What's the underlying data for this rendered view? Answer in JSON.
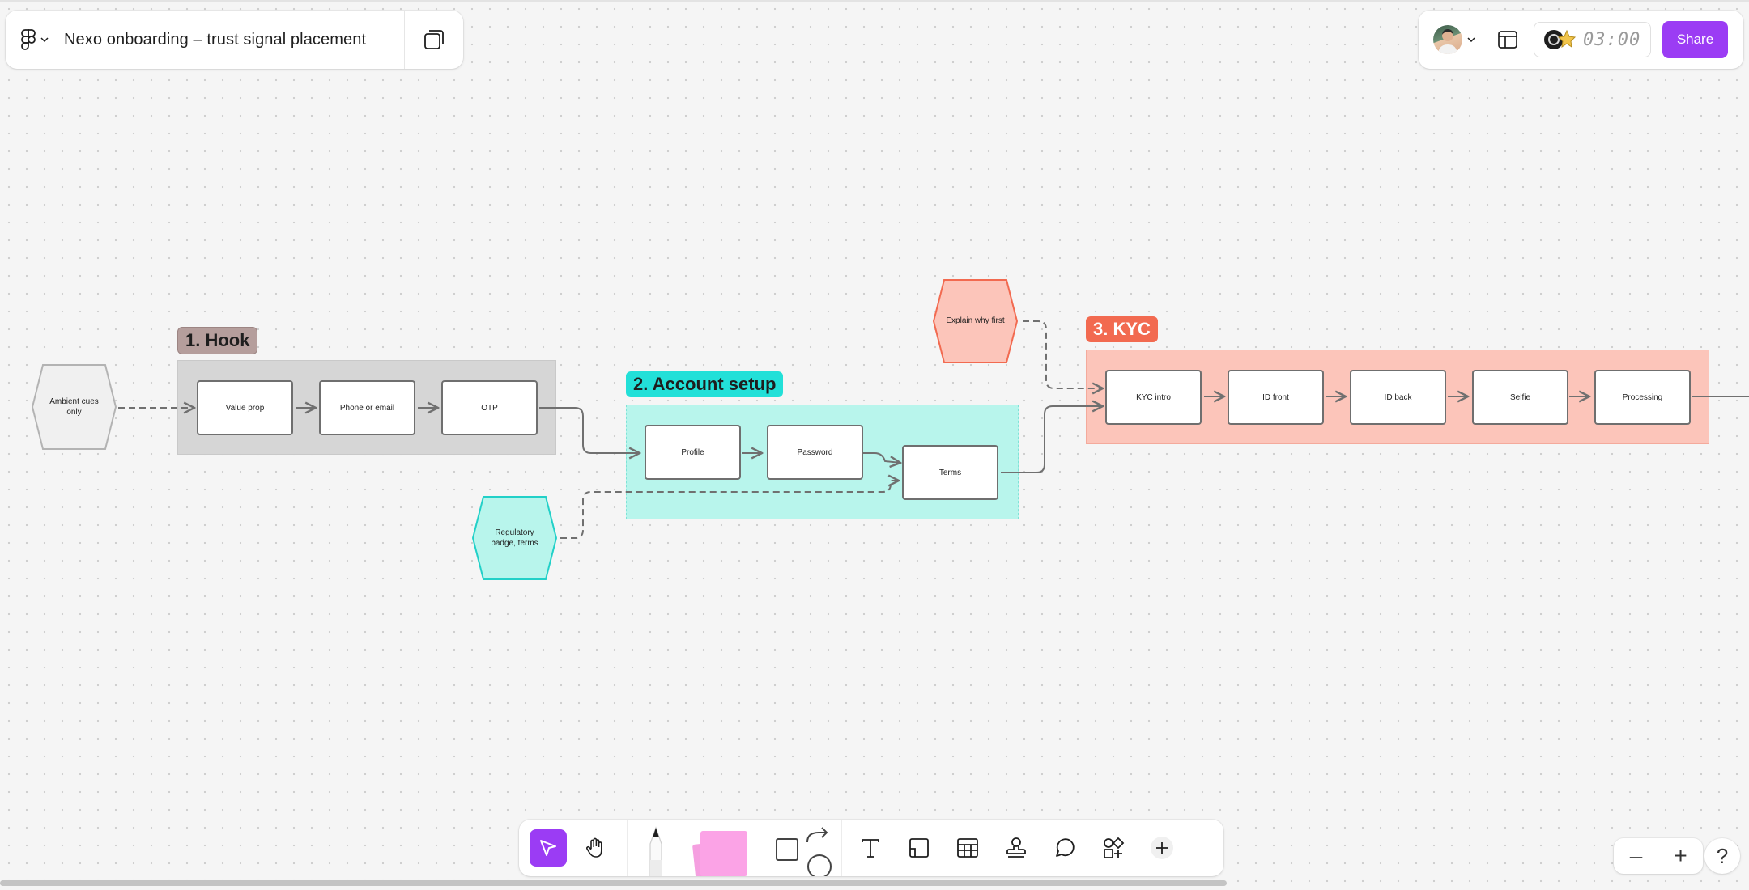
{
  "app": {
    "file_title": "Nexo onboarding – trust signal placement",
    "share_label": "Share",
    "timer": "03:00"
  },
  "icons": {
    "menu": "figma-logo-icon",
    "menu_caret": "chevron-down-icon",
    "copy": "duplicate-icon",
    "avatar_caret": "chevron-down-icon",
    "layout": "layout-panel-icon",
    "timer": "timer-sticker-icon"
  },
  "colors": {
    "accent": "#9b3cf4",
    "hook_fill": "#d6d6d6",
    "hook_label": "#b59e9c",
    "account_fill": "#b8f5ec",
    "account_label": "#22e0d8",
    "kyc_fill": "#fcc5ba",
    "kyc_label": "#f26a50"
  },
  "sections": {
    "hook": {
      "label": "1. Hook",
      "nodes": [
        "Value prop",
        "Phone or email",
        "OTP"
      ]
    },
    "account": {
      "label": "2. Account setup",
      "nodes": [
        "Profile",
        "Password",
        "Terms"
      ]
    },
    "kyc": {
      "label": "3. KYC",
      "nodes": [
        "KYC intro",
        "ID front",
        "ID back",
        "Selfie",
        "Processing"
      ]
    }
  },
  "signals": {
    "ambient": "Ambient cues only",
    "regulatory": "Regulatory badge, terms",
    "explain": "Explain why first"
  },
  "toolbar": {
    "tools": [
      "select-tool",
      "hand-tool",
      "pen-tool",
      "sticky-note-tool",
      "shape-connector-tool",
      "text-tool",
      "section-tool",
      "table-tool",
      "stamp-tool",
      "comment-tool",
      "widgets-tool",
      "more-tool"
    ]
  },
  "zoom": {
    "minus": "–",
    "plus": "+",
    "help": "?"
  }
}
